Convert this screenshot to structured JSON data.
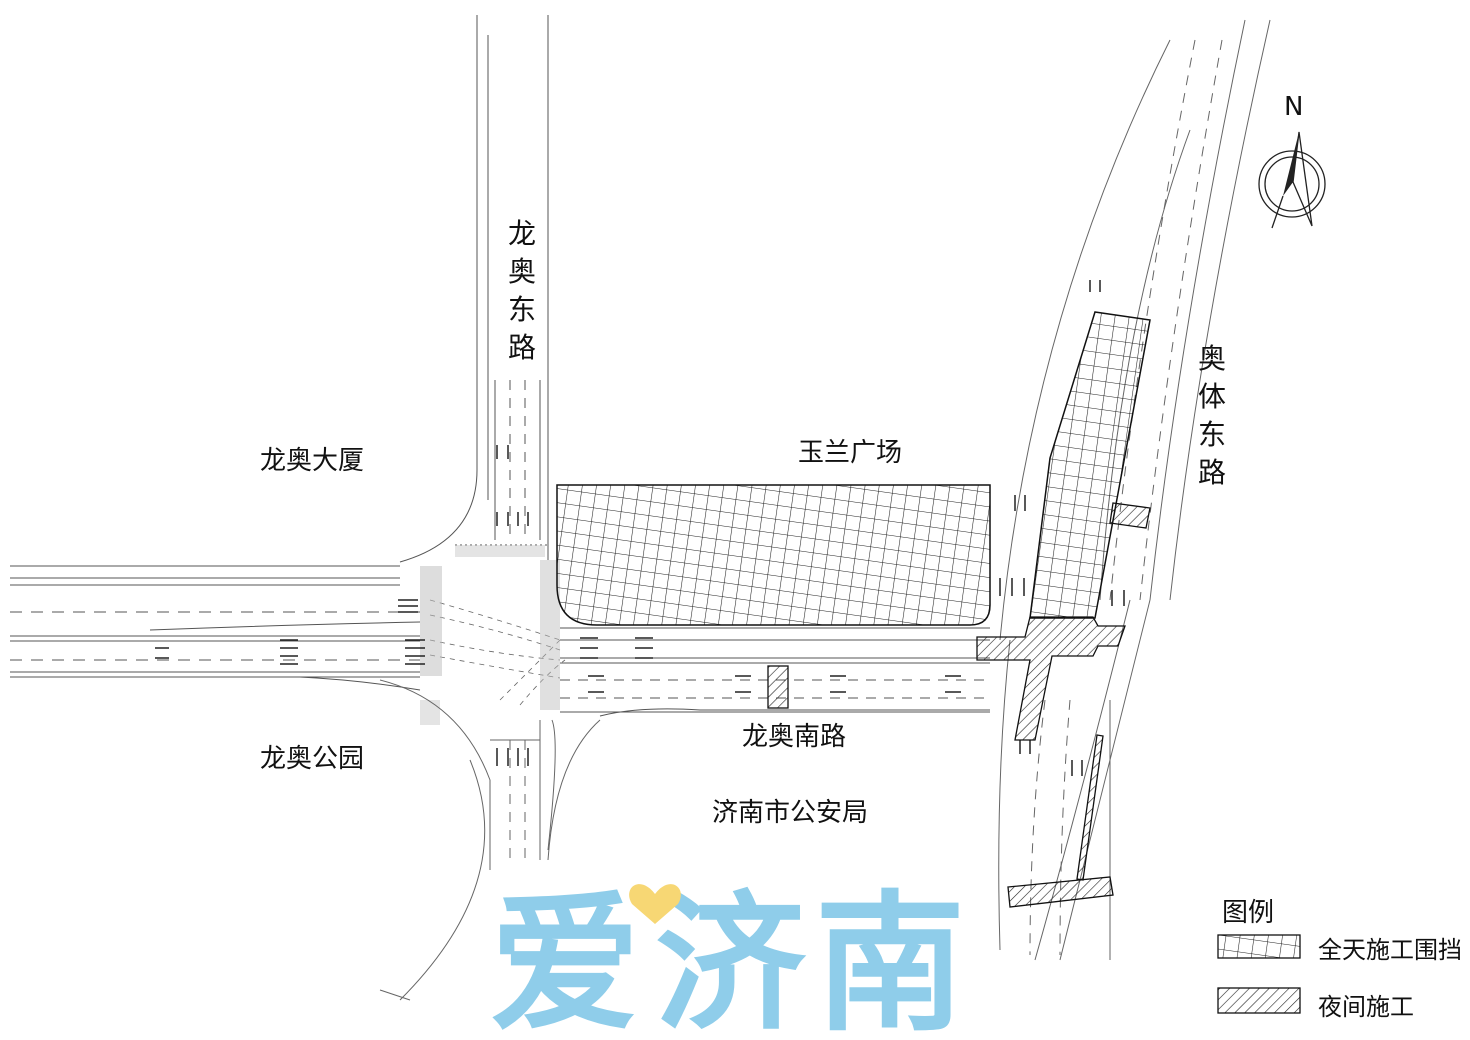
{
  "labels": {
    "longao_building": "龙奥大厦",
    "yulan_plaza": "玉兰广场",
    "longao_park": "龙奥公园",
    "longao_south_road": "龙奥南路",
    "public_security_bureau": "济南市公安局",
    "longao_east_road": [
      "龙",
      "奥",
      "东",
      "路"
    ],
    "aoti_east_road": [
      "奥",
      "体",
      "东",
      "路"
    ]
  },
  "compass": {
    "north_label": "N"
  },
  "legend": {
    "title": "图例",
    "items": [
      {
        "pattern": "crosshatch",
        "label": "全天施工围挡"
      },
      {
        "pattern": "diagonal-hatch",
        "label": "夜间施工"
      }
    ]
  },
  "watermark": {
    "text": [
      "爱",
      "济",
      "南"
    ],
    "color": "#8fcdea",
    "heart_color": "#f7d774"
  },
  "colors": {
    "road_line": "#555555",
    "hatch": "#222222",
    "background": "#ffffff"
  }
}
